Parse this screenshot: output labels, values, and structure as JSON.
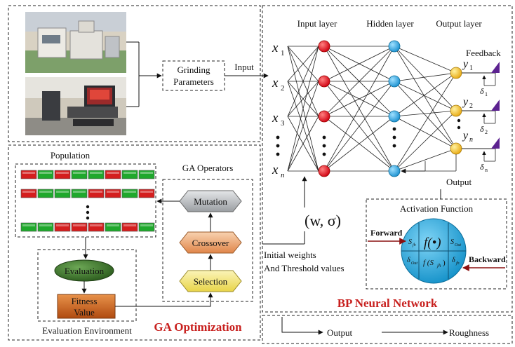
{
  "labels": {
    "grinding": [
      "Grinding",
      "Parameters"
    ],
    "input_arrow": "Input",
    "input_layer": "Input layer",
    "hidden_layer": "Hidden layer",
    "output_layer": "Output layer",
    "feedback": "Feedback",
    "output_nn": "Output",
    "x_vars": [
      "x",
      "x",
      "x",
      "x"
    ],
    "x_subs": [
      "1",
      "2",
      "3",
      "n"
    ],
    "y_vars": [
      "y",
      "y",
      "y"
    ],
    "y_subs": [
      "1",
      "2",
      "n"
    ],
    "deltas": [
      "δ",
      "δ",
      "δ"
    ],
    "delta_subs": [
      "1",
      "2",
      "n"
    ],
    "w_sigma": "(w, σ)",
    "init_weights": [
      "Initial weights",
      "And Threshold values"
    ],
    "activation": {
      "title": "Activation Function",
      "forward": "Forward",
      "backward": "Backward",
      "center_top": "f(•)",
      "center_bottom": "f (S",
      "center_bottom_sub": "jh",
      "center_bottom_end": ")",
      "left_top": "S",
      "left_top_sub": "jh",
      "left_bottom": "δ",
      "left_bottom_sub": "Out",
      "right_top": "S",
      "right_top_sub": "Out",
      "right_bottom": "δ",
      "right_bottom_sub": "jh"
    },
    "bp_title": "BP Neural Network",
    "population": "Population",
    "ga_operators": "GA Operators",
    "mutation": "Mutation",
    "crossover": "Crossover",
    "selection": "Selection",
    "evaluation": "Evaluation",
    "fitness": [
      "Fitness",
      "Value"
    ],
    "eval_env": "Evaluation  Environment",
    "ga_title": "GA Optimization",
    "bottom_output": "Output",
    "roughness": "Roughness"
  },
  "colors": {
    "red_gene": "#d41e1e",
    "green_gene": "#1fa82c",
    "input_node": "#e8101a",
    "hidden_node": "#22a8e0",
    "output_node": "#f2b81c",
    "delta_triangle": "#5c2290",
    "title_red": "#c8201e",
    "arrow_dark_red": "#8b1010",
    "mutation_fill": "#b4b8bc",
    "crossover_fill": "#eda66a",
    "selection_fill": "#f2e26a",
    "evaluation_fill": "#3a6e2a",
    "fitness_fill": "#cf6318",
    "activation_fill": "#1ea7df"
  },
  "chromosomes": [
    [
      "r",
      "g",
      "r",
      "g",
      "g",
      "r",
      "g",
      "g"
    ],
    [
      "r",
      "g",
      "g",
      "g",
      "r",
      "r",
      "g",
      "r"
    ],
    [
      "g",
      "g",
      "r",
      "r",
      "r",
      "g",
      "r",
      "g"
    ]
  ],
  "photos": [
    "machine-photo",
    "lab-photo"
  ]
}
